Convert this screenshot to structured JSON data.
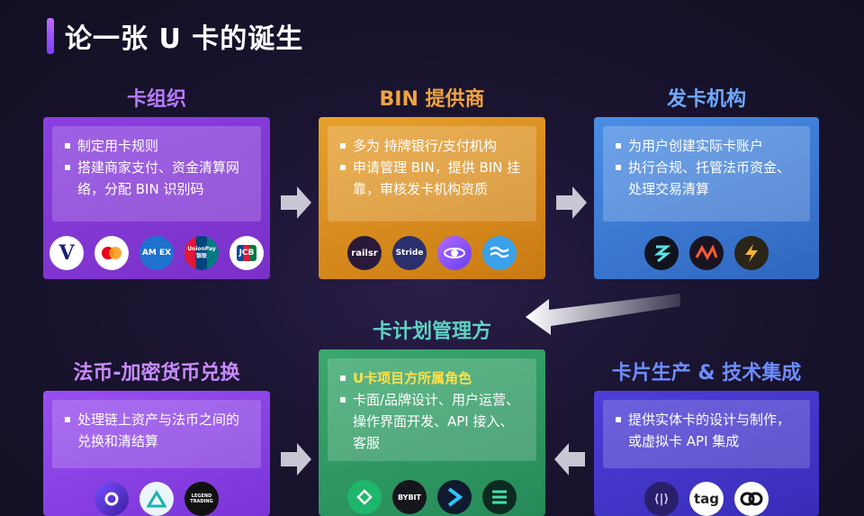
{
  "title": "论一张 U 卡的诞生",
  "nodes": {
    "card_org": {
      "heading": "卡组织",
      "bullets": [
        "制定用卡规则",
        "搭建商家支付、资金清算网络，分配 BIN 识别码"
      ],
      "logos": [
        "V",
        "",
        "AM EX",
        "UnionPay 银联",
        "JCB"
      ]
    },
    "bin_provider": {
      "heading": "BIN 提供商",
      "bullets": [
        "多为 持牌银行/支付机构",
        "申请管理 BIN，提供 BIN 挂靠，审核发卡机构资质"
      ],
      "logos": [
        "railsr",
        "Stride",
        "",
        ""
      ]
    },
    "issuer": {
      "heading": "发卡机构",
      "bullets": [
        "为用户创建实际卡账户",
        "执行合规、托管法币资金、处理交易清算"
      ],
      "logos": [
        "",
        "",
        ""
      ]
    },
    "program_manager": {
      "heading": "卡计划管理方",
      "highlight": "U卡项目方所属角色",
      "bullets": [
        "卡面/品牌设计、用户运营、操作界面开发、API 接入、客服"
      ],
      "logos": [
        "",
        "BYBIT",
        "",
        ""
      ]
    },
    "fiat_crypto": {
      "heading": "法币-加密货币兑换",
      "bullets": [
        "处理链上资产与法币之间的兑换和清结算"
      ],
      "logos": [
        "",
        "",
        "LEGEND TRADING"
      ]
    },
    "card_production": {
      "heading": "卡片生产 & 技术集成",
      "bullets": [
        "提供实体卡的设计与制作，或虚拟卡 API 集成"
      ],
      "logos": [
        "⟨|⟩",
        "tag",
        ""
      ]
    }
  },
  "colors": {
    "purple": "#8a3fd8",
    "orange": "#e0901f",
    "blue": "#3c7fd6",
    "green": "#2f9e6a",
    "indigo": "#4436c9",
    "heading_purple": "#b57bff",
    "heading_orange": "#f0a341",
    "heading_blue": "#6ea9ff",
    "heading_green": "#5ed3c3",
    "highlight": "#ffe04a"
  }
}
